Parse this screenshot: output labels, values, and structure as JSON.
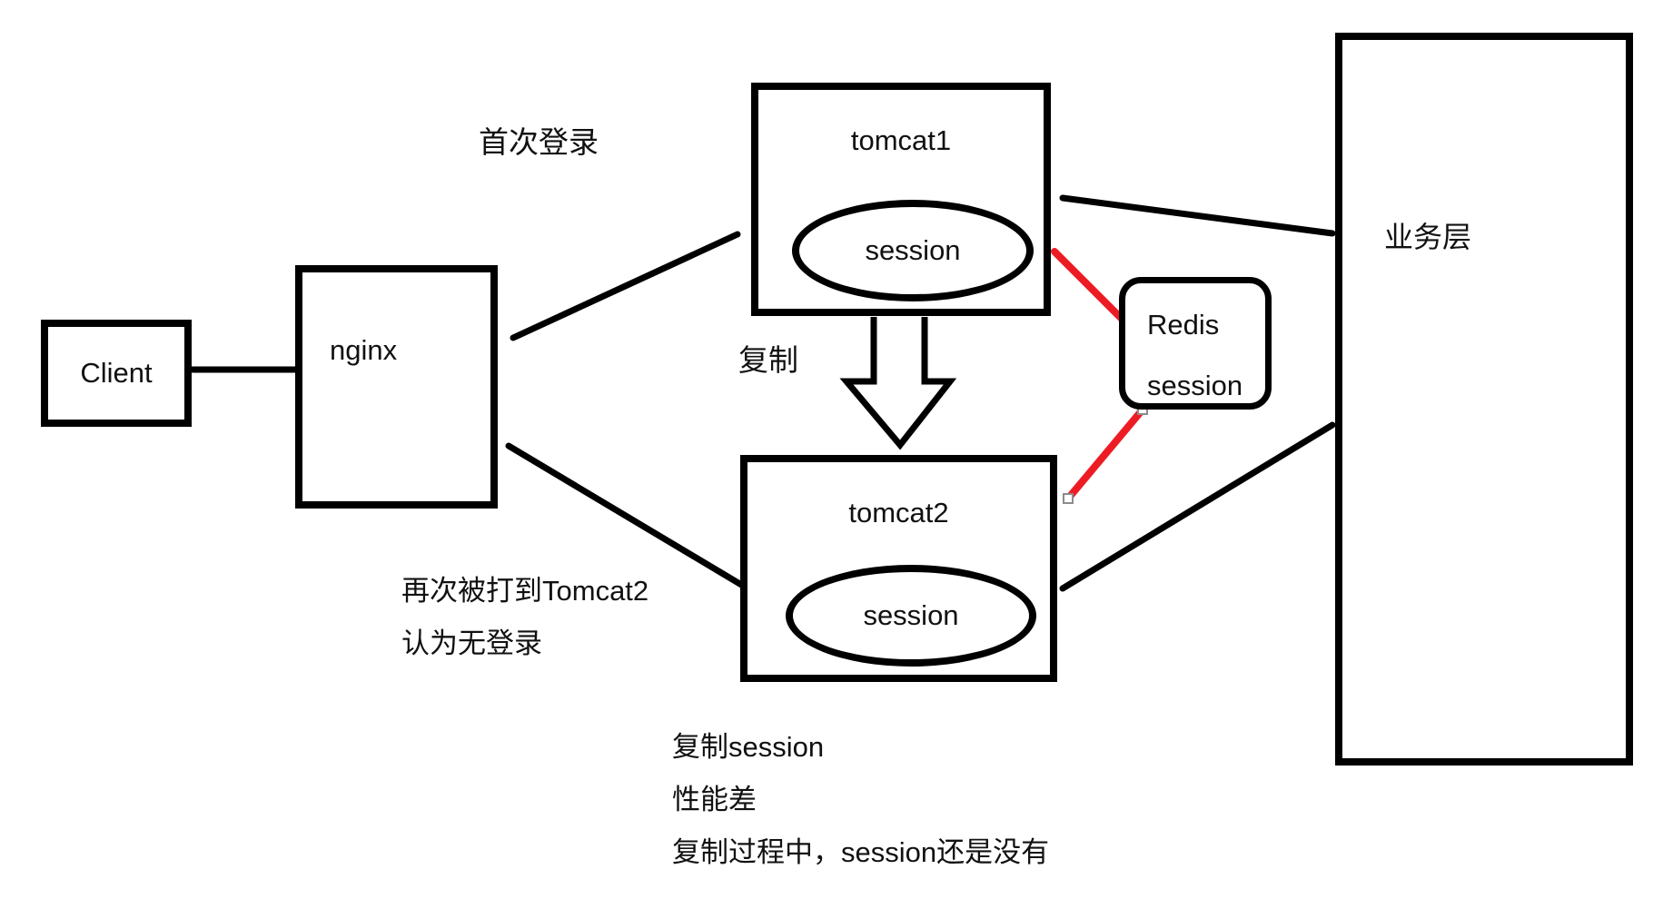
{
  "colors": {
    "stroke": "#000000",
    "red_connector": "#ed1c24",
    "background": "#ffffff",
    "handle_fill": "#ffffff",
    "handle_border": "#8c8c8c"
  },
  "nodes": {
    "client": {
      "label": "Client"
    },
    "nginx": {
      "label": "nginx"
    },
    "tomcat1": {
      "label": "tomcat1",
      "session_label": "session"
    },
    "tomcat2": {
      "label": "tomcat2",
      "session_label": "session"
    },
    "redis": {
      "label_line1": "Redis",
      "label_line2": "session"
    },
    "business_layer": {
      "label": "业务层"
    }
  },
  "annotations": {
    "first_login": "首次登录",
    "copy": "复制",
    "retry_line1": "再次被打到Tomcat2",
    "retry_line2": "认为无登录",
    "note_line1": "复制session",
    "note_line2": "性能差",
    "note_line3": "复制过程中，session还是没有"
  }
}
